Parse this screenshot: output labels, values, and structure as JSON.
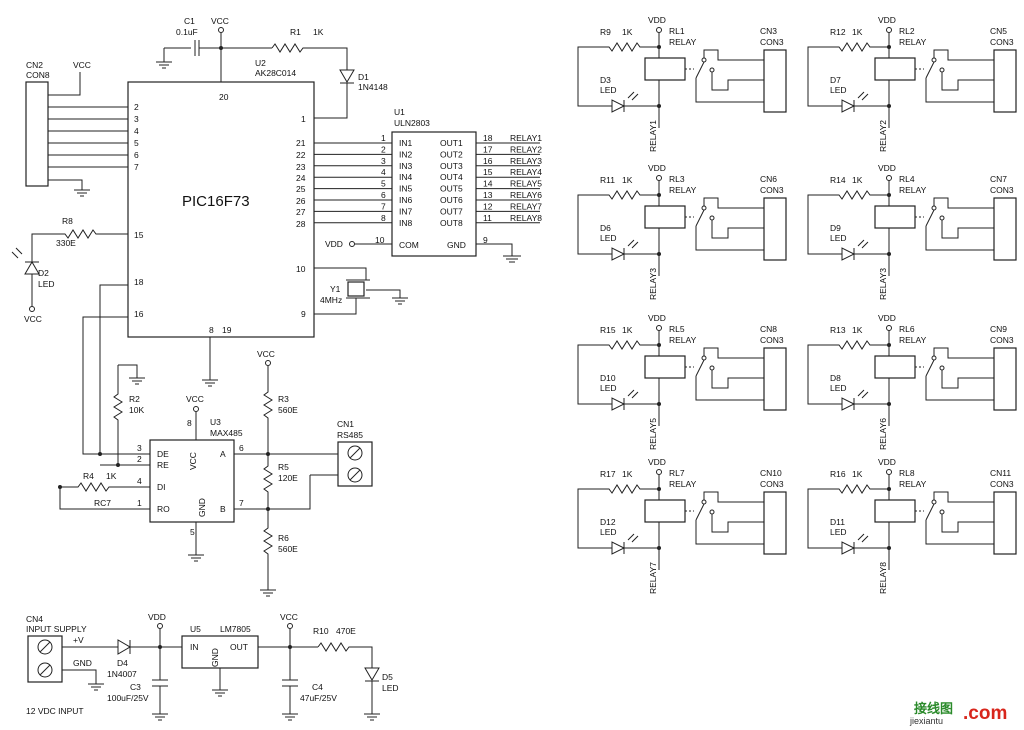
{
  "mcu": {
    "name": "PIC16F73",
    "ref": "U2",
    "part": "AK28C014",
    "pins": {
      "p1": "1",
      "p2": "2",
      "p3": "3",
      "p4": "4",
      "p5": "5",
      "p6": "6",
      "p7": "7",
      "p15": "15",
      "p16": "16",
      "p18": "18",
      "p20": "20",
      "p21": "21",
      "p22": "22",
      "p23": "23",
      "p24": "24",
      "p25": "25",
      "p26": "26",
      "p27": "27",
      "p28": "28",
      "p10": "10",
      "p9": "9",
      "p8": "8",
      "p19": "19"
    }
  },
  "driver": {
    "ref": "U1",
    "part": "ULN2803",
    "inputs": [
      "IN1",
      "IN2",
      "IN3",
      "IN4",
      "IN5",
      "IN6",
      "IN7",
      "IN8"
    ],
    "in_pins": [
      "1",
      "2",
      "3",
      "4",
      "5",
      "6",
      "7",
      "8"
    ],
    "outputs": [
      "OUT1",
      "OUT2",
      "OUT3",
      "OUT4",
      "OUT5",
      "OUT6",
      "OUT7",
      "OUT8"
    ],
    "out_pins": [
      "18",
      "17",
      "16",
      "15",
      "14",
      "13",
      "12",
      "11"
    ],
    "relay_nets": [
      "RELAY1",
      "RELAY2",
      "RELAY3",
      "RELAY4",
      "RELAY5",
      "RELAY6",
      "RELAY7",
      "RELAY8"
    ],
    "com_label": "COM",
    "gnd_label": "GND",
    "com_pin": "10",
    "gnd_pin": "9",
    "vdd_label": "VDD"
  },
  "rs485": {
    "ref": "U3",
    "part": "MAX485",
    "pins_left": [
      "DE",
      "RE",
      "DI",
      "RO"
    ],
    "pin_nums_left": [
      "3",
      "2",
      "4",
      "1"
    ],
    "vcc": "VCC",
    "gnd": "GND",
    "a": "A",
    "b": "B",
    "a_pin": "6",
    "b_pin": "7",
    "vcc_pin": "8",
    "gnd_pin": "5",
    "rc7": "RC7",
    "connector_ref": "CN1",
    "connector_name": "RS485"
  },
  "header": {
    "ref": "CN2",
    "name": "CON8",
    "vcc": "VCC"
  },
  "components": {
    "c1": {
      "ref": "C1",
      "value": "0.1uF"
    },
    "r1": {
      "ref": "R1",
      "value": "1K"
    },
    "d1": {
      "ref": "D1",
      "value": "1N4148"
    },
    "r8": {
      "ref": "R8",
      "value": "330E"
    },
    "d2": {
      "ref": "D2",
      "value": "LED"
    },
    "y1": {
      "ref": "Y1",
      "value": "4MHz"
    },
    "r2": {
      "ref": "R2",
      "value": "10K"
    },
    "r3": {
      "ref": "R3",
      "value": "560E"
    },
    "r4": {
      "ref": "R4",
      "value": "1K"
    },
    "r5": {
      "ref": "R5",
      "value": "120E"
    },
    "r6": {
      "ref": "R6",
      "value": "560E"
    }
  },
  "power": {
    "cn4_ref": "CN4",
    "cn4_name": "INPUT SUPPLY",
    "plus": "+V",
    "gnd": "GND",
    "d4_ref": "D4",
    "d4_value": "1N4007",
    "c3_ref": "C3",
    "c3_value": "100uF/25V",
    "u5_ref": "U5",
    "u5_part": "LM7805",
    "in": "IN",
    "out": "OUT",
    "gndpin": "GND",
    "c4_ref": "C4",
    "c4_value": "47uF/25V",
    "r10_ref": "R10",
    "r10_value": "470E",
    "d5_ref": "D5",
    "d5_value": "LED",
    "input_note": "12 VDC INPUT",
    "vdd": "VDD",
    "vcc": "VCC"
  },
  "relays": [
    {
      "r": "R9",
      "rv": "1K",
      "rl": "RL1",
      "type": "RELAY",
      "cn": "CN3",
      "con": "CON3",
      "d": "D3",
      "dv": "LED",
      "net": "RELAY1",
      "vdd": "VDD"
    },
    {
      "r": "R12",
      "rv": "1K",
      "rl": "RL2",
      "type": "RELAY",
      "cn": "CN5",
      "con": "CON3",
      "d": "D7",
      "dv": "LED",
      "net": "RELAY2",
      "vdd": "VDD"
    },
    {
      "r": "R11",
      "rv": "1K",
      "rl": "RL3",
      "type": "RELAY",
      "cn": "CN6",
      "con": "CON3",
      "d": "D6",
      "dv": "LED",
      "net": "RELAY3",
      "vdd": "VDD"
    },
    {
      "r": "R14",
      "rv": "1K",
      "rl": "RL4",
      "type": "RELAY",
      "cn": "CN7",
      "con": "CON3",
      "d": "D9",
      "dv": "LED",
      "net": "RELAY3",
      "vdd": "VDD"
    },
    {
      "r": "R15",
      "rv": "1K",
      "rl": "RL5",
      "type": "RELAY",
      "cn": "CN8",
      "con": "CON3",
      "d": "D10",
      "dv": "LED",
      "net": "RELAY5",
      "vdd": "VDD"
    },
    {
      "r": "R13",
      "rv": "1K",
      "rl": "RL6",
      "type": "RELAY",
      "cn": "CN9",
      "con": "CON3",
      "d": "D8",
      "dv": "LED",
      "net": "RELAY6",
      "vdd": "VDD"
    },
    {
      "r": "R17",
      "rv": "1K",
      "rl": "RL7",
      "type": "RELAY",
      "cn": "CN10",
      "con": "CON3",
      "d": "D12",
      "dv": "LED",
      "net": "RELAY7",
      "vdd": "VDD"
    },
    {
      "r": "R16",
      "rv": "1K",
      "rl": "RL8",
      "type": "RELAY",
      "cn": "CN11",
      "con": "CON3",
      "d": "D11",
      "dv": "LED",
      "net": "RELAY8",
      "vdd": "VDD"
    }
  ],
  "watermark": {
    "cn": "接线图",
    "en": "jiexiantu",
    "com": ".com"
  }
}
